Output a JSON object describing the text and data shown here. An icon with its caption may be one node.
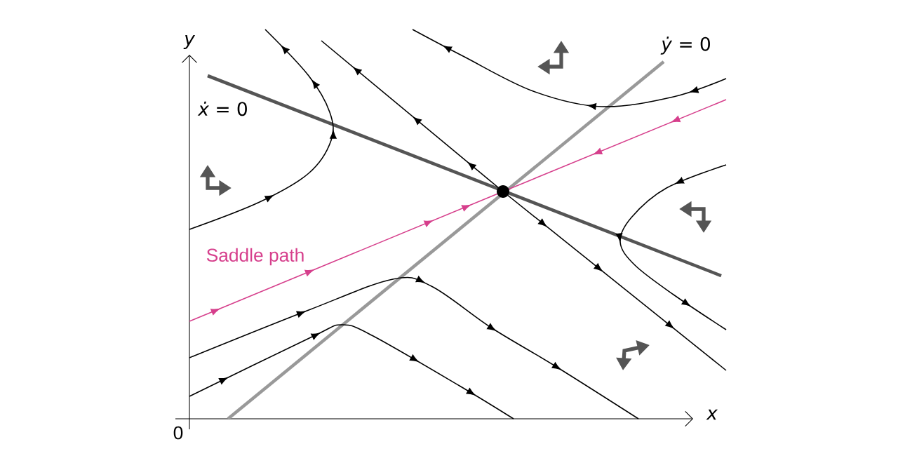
{
  "diagram": {
    "labels": [
      "y",
      "*ẋ* = 0",
      "*ẏ* = 0",
      "Saddle path",
      "x",
      "0"
    ]
  }
}
